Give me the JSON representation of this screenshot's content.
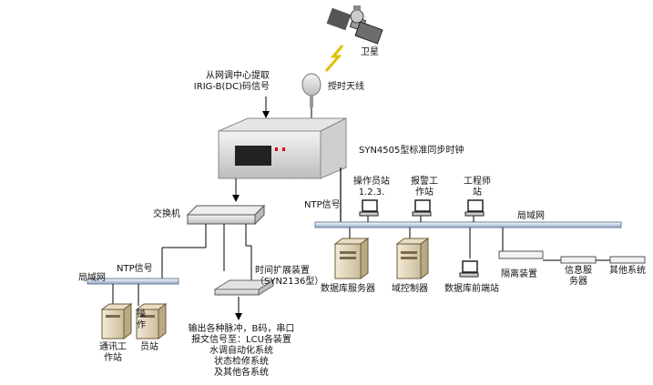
{
  "labels": {
    "satellite": "卫星",
    "source_line1": "从网调中心提取",
    "source_line2": "IRIG-B(DC)码信号",
    "antenna": "授时天线",
    "clock": "SYN4505型标准同步时钟",
    "ntp_signal_right": "NTP信号",
    "operator_right_l1": "操作员站",
    "operator_right_l2": "1.2.3.",
    "alarm_l1": "报警工",
    "alarm_l2": "作站",
    "engineer_l1": "工程师",
    "engineer_l2": "站",
    "lan_right": "局域网",
    "switch": "交换机",
    "ntp_signal_left": "NTP信号",
    "lan_left": "局域网",
    "db_server": "数据库服务器",
    "domain_ctrl": "域控制器",
    "db_frontend": "数据库前端站",
    "isolation": "隔离装置",
    "info_server_l1": "信息服",
    "info_server_l2": "务器",
    "other_systems": "其他系统",
    "expansion_l1": "时间扩展装置",
    "expansion_l2": "（SYN2136型）",
    "comm_ws_l1": "通讯工",
    "comm_ws_l2": "作站",
    "operator_left_l1": "操",
    "operator_left_l2": "作",
    "operator_left_l3": "员站",
    "output_l1": "输出各种脉冲，B码，串口",
    "output_l2": "报文信号至：LCU各装置",
    "output_l3": "水调自动化系统",
    "output_l4": "状态检修系统",
    "output_l5": "及其他各系统"
  }
}
